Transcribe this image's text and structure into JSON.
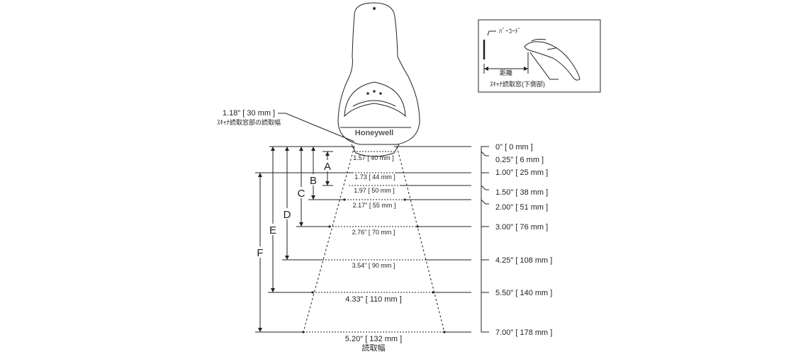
{
  "top_label": {
    "line1": "1.18\" [ 30 mm ]",
    "line2": "ｽｷｬﾅ読取窓部の読取幅"
  },
  "brand": "Honeywell",
  "distances": [
    "0\" [ 0 mm ]",
    "0.25\" [ 6 mm ]",
    "1.00\" [ 25 mm ]",
    "1.50\" [ 38 mm ]",
    "2.00\" [ 51 mm ]",
    "3.00\" [ 76 mm ]",
    "4.25\" [ 108 mm ]",
    "5.50\" [ 140 mm ]",
    "7.00\" [ 178 mm ]"
  ],
  "widths": [
    "1.57 [ 40 mm ]",
    "1.73 [ 44 mm ]",
    "1.97 [ 50 mm ]",
    "2.17\" [ 55 mm ]",
    "2.76\" [ 70 mm ]",
    "3.54\" [ 90 mm ]",
    "4.33\" [ 110 mm ]",
    "5.20\" [ 132 mm ]"
  ],
  "bottom_label": "読取幅",
  "range_letters": [
    "A",
    "B",
    "C",
    "D",
    "E",
    "F"
  ],
  "inset": {
    "barcode": "ﾊﾞｰｺｰﾄﾞ",
    "distance": "距離",
    "window": "ｽｷｬﾅ読取窓(下側部)"
  }
}
